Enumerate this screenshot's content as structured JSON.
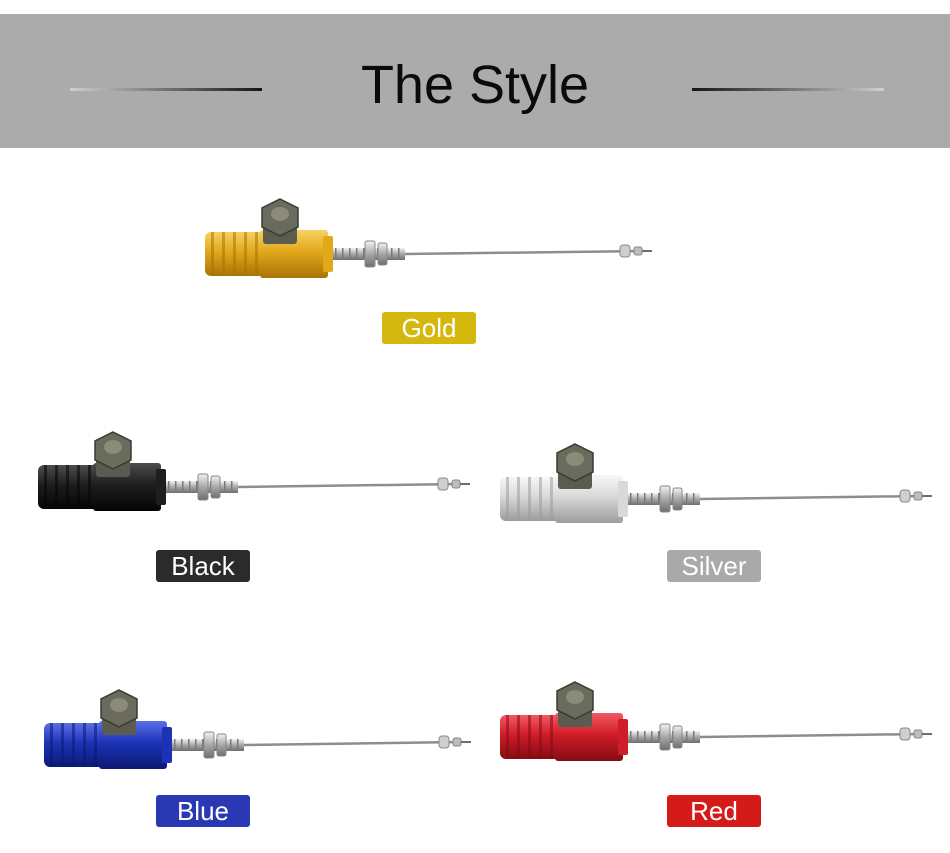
{
  "header": {
    "title": "The Style"
  },
  "variants": [
    {
      "label": "Gold",
      "body_color": "#e2a81a",
      "body_dark": "#a87406",
      "body_light": "#f6d163",
      "badge_color": "#d4b80e"
    },
    {
      "label": "Black",
      "body_color": "#1e1e1e",
      "body_dark": "#050505",
      "body_light": "#4d4d4d",
      "badge_color": "#2b2b2b"
    },
    {
      "label": "Silver",
      "body_color": "#d9d9d9",
      "body_dark": "#9c9c9c",
      "body_light": "#f7f7f7",
      "badge_color": "#a9a9a9"
    },
    {
      "label": "Blue",
      "body_color": "#1c33b7",
      "body_dark": "#0c1a72",
      "body_light": "#5a70e6",
      "badge_color": "#2a38b4"
    },
    {
      "label": "Red",
      "body_color": "#d01c28",
      "body_dark": "#840c14",
      "body_light": "#f25a63",
      "badge_color": "#d51a1a"
    }
  ]
}
